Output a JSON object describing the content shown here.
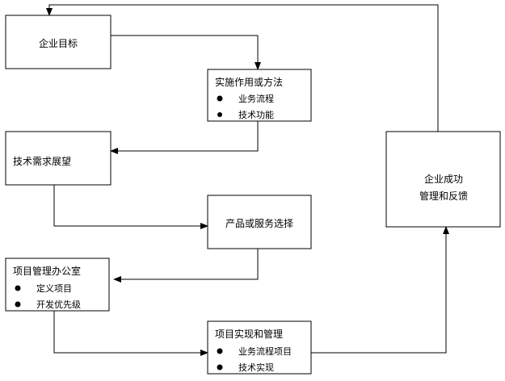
{
  "colors": {
    "stroke": "#000000",
    "fill": "#ffffff"
  },
  "nodes": {
    "goal": {
      "title": "企业目标"
    },
    "methods": {
      "title": "实施作用或方法",
      "bullets": [
        "业务流程",
        "技术功能"
      ]
    },
    "tech_outlook": {
      "title": "技术需求展望"
    },
    "product_select": {
      "title": "产品或服务选择"
    },
    "pmo": {
      "title": "项目管理办公室",
      "bullets": [
        "定义项目",
        "开发优先级"
      ]
    },
    "implementation": {
      "title": "项目实现和管理",
      "bullets": [
        "业务流程项目",
        "技术实现"
      ]
    },
    "success": {
      "title_lines": [
        "企业成功",
        "管理和反馈"
      ]
    }
  },
  "edges": [
    {
      "from": "goal",
      "to": "methods"
    },
    {
      "from": "methods",
      "to": "tech_outlook"
    },
    {
      "from": "tech_outlook",
      "to": "product_select"
    },
    {
      "from": "product_select",
      "to": "pmo"
    },
    {
      "from": "pmo",
      "to": "implementation"
    },
    {
      "from": "implementation",
      "to": "success"
    },
    {
      "from": "success",
      "to": "goal"
    }
  ]
}
